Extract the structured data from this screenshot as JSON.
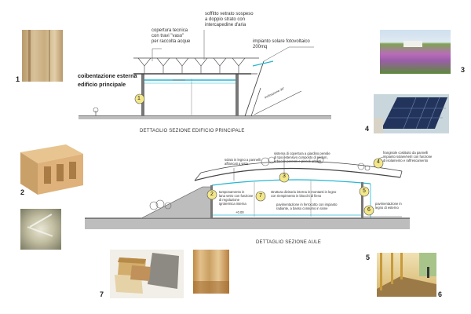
{
  "photos": {
    "p1_num": "1",
    "p2_num": "2",
    "p3_num": "3",
    "p4_num": "4",
    "p5_num": "5",
    "p6_num": "6",
    "p7_num": "7"
  },
  "section_main": {
    "heading_line1": "coibentazione esterna",
    "heading_line2": "edificio principale",
    "label_roof": "copertura tecnica\ncon travi \"vaso\"\nper raccolta acque",
    "label_ceiling": "soffitto vetrato sospeso\na doppio strato con\nintercapedine d'aria",
    "label_solar": "impianto solare fotovoltaico\n200mq",
    "label_angle": "inclinazione 30°",
    "marker": "1",
    "caption": "DETTAGLIO SEZIONE EDIFICIO PRINCIPALE"
  },
  "section_aule": {
    "note_a": "solaio in legno a pannelli\naffiancati a vista",
    "note_b": "sistema di copertura a giardino pensile\ndi tipo estensivo composto di sedum,\nerbacee perenni e piccoli arbusti",
    "note_c": "frangisole costituito da pannelli\nimpianto solare/vetri con funzione\ndi isolamento e raffrescamento",
    "note_d": "tamponamento in\nlana vetro con funzione\ndi regolazione\nigrotermica interna",
    "note_e": "struttura divisoria interna in montanti in legno\ncon riempimento in blocchi di fieno",
    "note_f": "pavimentazione in ferrocotto con impianto\nradiante, a basso consumo in rame",
    "note_g": "pavimentazione in\nlegno di esterno",
    "level": "+0.00",
    "m3": "3",
    "m2": "2",
    "m7": "7",
    "m4": "4",
    "m5": "5",
    "m6": "6",
    "caption": "DETTAGLIO SEZIONE AULE"
  }
}
